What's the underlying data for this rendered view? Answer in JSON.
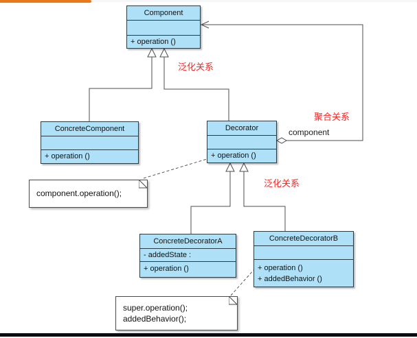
{
  "chrome": {
    "top_accent_color": "#e87a1e",
    "bottom_bar_color": "#0b0b12"
  },
  "diagram": {
    "colors": {
      "class_fill": "#aee1f7",
      "class_border": "#2b3b44",
      "relationship_label_red": "#fd2424",
      "line_gray": "#4d4d4d"
    },
    "classes": [
      {
        "name": "Component",
        "attributes": [],
        "operations": [
          "+ operation ()"
        ]
      },
      {
        "name": "ConcreteComponent",
        "attributes": [],
        "operations": [
          "+ operation ()"
        ]
      },
      {
        "name": "Decorator",
        "attributes": [],
        "operations": [
          "+ operation ()"
        ]
      },
      {
        "name": "ConcreteDecoratorA",
        "attributes": [
          "- addedState :"
        ],
        "operations": [
          "+ operation ()"
        ]
      },
      {
        "name": "ConcreteDecoratorB",
        "attributes": [],
        "operations": [
          "+ operation ()",
          "+ addedBehavior ()"
        ]
      }
    ],
    "notes": [
      {
        "lines": [
          "component.operation();"
        ]
      },
      {
        "lines": [
          "super.operation();",
          "addedBehavior();"
        ]
      }
    ],
    "labels": {
      "generalization_top": "泛化关系",
      "aggregation": "聚合关系",
      "generalization_bottom": "泛化关系",
      "aggregation_role": "component"
    },
    "relationships": [
      {
        "type": "generalization",
        "from": "ConcreteComponent",
        "to": "Component"
      },
      {
        "type": "generalization",
        "from": "Decorator",
        "to": "Component"
      },
      {
        "type": "generalization",
        "from": "ConcreteDecoratorA",
        "to": "Decorator"
      },
      {
        "type": "generalization",
        "from": "ConcreteDecoratorB",
        "to": "Decorator"
      },
      {
        "type": "aggregation",
        "from": "Decorator",
        "to": "Component",
        "role": "component"
      },
      {
        "type": "note-attachment",
        "from": "note-0",
        "to": "Decorator"
      },
      {
        "type": "note-attachment",
        "from": "note-1",
        "to": "ConcreteDecoratorB"
      }
    ]
  }
}
